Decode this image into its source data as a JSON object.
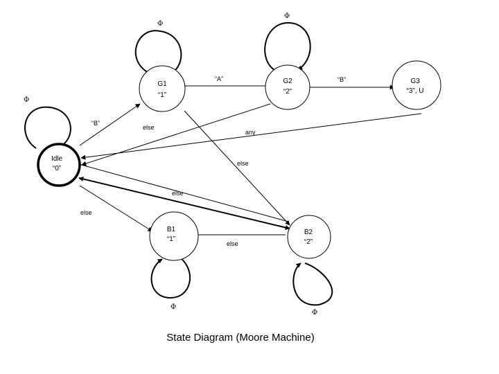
{
  "caption": "State Diagram (Moore Machine)",
  "states": {
    "idle": {
      "name": "Idle",
      "output": "“0”"
    },
    "g1": {
      "name": "G1",
      "output": "“1”"
    },
    "g2": {
      "name": "G2",
      "output": "“2”"
    },
    "g3": {
      "name": "G3",
      "output": "“3”, U"
    },
    "b1": {
      "name": "B1",
      "output": "“1”"
    },
    "b2": {
      "name": "B2",
      "output": "“2”"
    }
  },
  "edges": {
    "g1_g2": "“A”",
    "idle_g1": "“B”",
    "g2_g3": "“B”",
    "g1_b2": "else",
    "g3_idle": "any",
    "g2_idle": "else",
    "b2_idle": "else",
    "idle_b1": "else",
    "b1_b2": "else"
  },
  "self_loops": {
    "g1": "Φ",
    "g2": "Φ",
    "idle": "Φ",
    "b1": "Φ",
    "b2": "Φ"
  }
}
